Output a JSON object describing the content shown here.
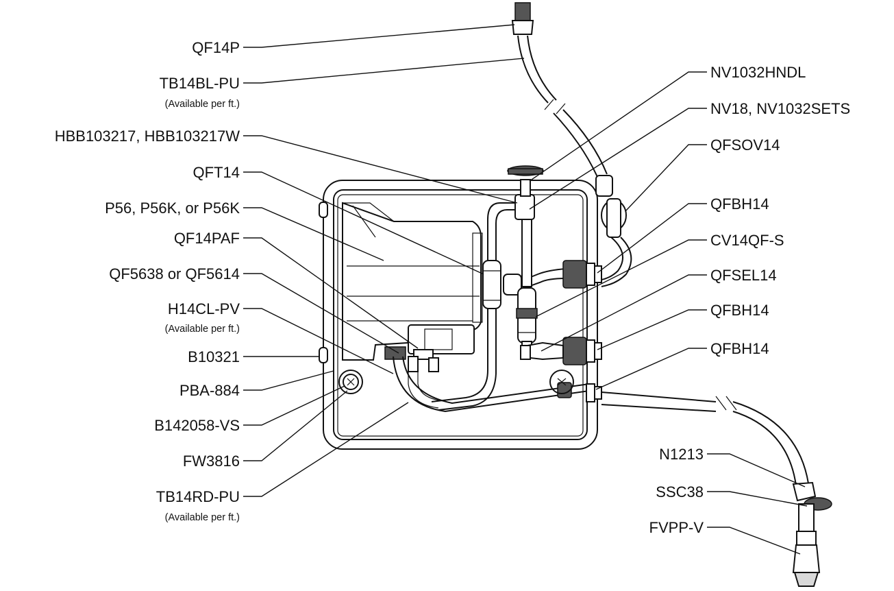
{
  "labels_left": [
    {
      "id": "qf14p",
      "text": "QF14P"
    },
    {
      "id": "tb14bl-pu",
      "text": "TB14BL-PU",
      "note": "(Available per ft.)"
    },
    {
      "id": "hbb103217",
      "text": "HBB103217, HBB103217W"
    },
    {
      "id": "qft14",
      "text": "QFT14"
    },
    {
      "id": "p56",
      "text": "P56, P56K, or P56K"
    },
    {
      "id": "qf14paf",
      "text": "QF14PAF"
    },
    {
      "id": "qf5638",
      "text": "QF5638 or QF5614"
    },
    {
      "id": "h14cl-pv",
      "text": "H14CL-PV",
      "note": "(Available per ft.)"
    },
    {
      "id": "b10321",
      "text": "B10321"
    },
    {
      "id": "pba-884",
      "text": "PBA-884"
    },
    {
      "id": "b142058-vs",
      "text": "B142058-VS"
    },
    {
      "id": "fw3816",
      "text": "FW3816"
    },
    {
      "id": "tb14rd-pu",
      "text": "TB14RD-PU",
      "note": "(Available per ft.)"
    }
  ],
  "labels_right": [
    {
      "id": "nv1032hndl",
      "text": "NV1032HNDL"
    },
    {
      "id": "nv18",
      "text": "NV18, NV1032SETS"
    },
    {
      "id": "qfsov14",
      "text": "QFSOV14"
    },
    {
      "id": "qfbh14-a",
      "text": "QFBH14"
    },
    {
      "id": "cv14qf-s",
      "text": "CV14QF-S"
    },
    {
      "id": "qfsel14",
      "text": "QFSEL14"
    },
    {
      "id": "qfbh14-b",
      "text": "QFBH14"
    },
    {
      "id": "qfbh14-c",
      "text": "QFBH14"
    },
    {
      "id": "n1213",
      "text": "N1213"
    },
    {
      "id": "ssc38",
      "text": "SSC38"
    },
    {
      "id": "fvpp-v",
      "text": "FVPP-V"
    }
  ],
  "icons": [
    "screw-icon",
    "valve-knob-icon",
    "spray-nozzle-icon"
  ]
}
